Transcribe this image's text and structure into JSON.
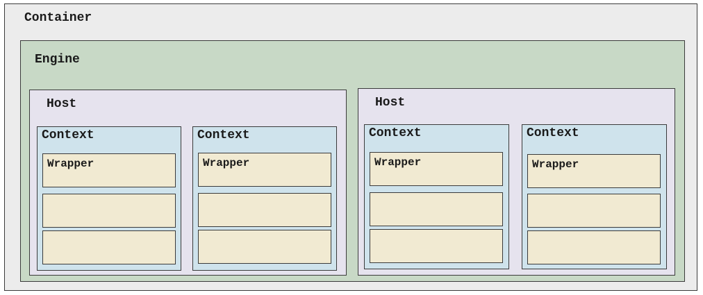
{
  "container": {
    "label": "Container"
  },
  "engine": {
    "label": "Engine"
  },
  "hosts": [
    {
      "label": "Host",
      "contexts": [
        {
          "label": "Context",
          "wrapper_label": "Wrapper"
        },
        {
          "label": "Context",
          "wrapper_label": "Wrapper"
        }
      ]
    },
    {
      "label": "Host",
      "contexts": [
        {
          "label": "Context",
          "wrapper_label": "Wrapper"
        },
        {
          "label": "Context",
          "wrapper_label": "Wrapper"
        }
      ]
    }
  ],
  "colors": {
    "container": "#ececec",
    "engine": "#c8d9c6",
    "host": "#e6e3ee",
    "context": "#cfe3ec",
    "wrapper": "#f1ead2"
  }
}
